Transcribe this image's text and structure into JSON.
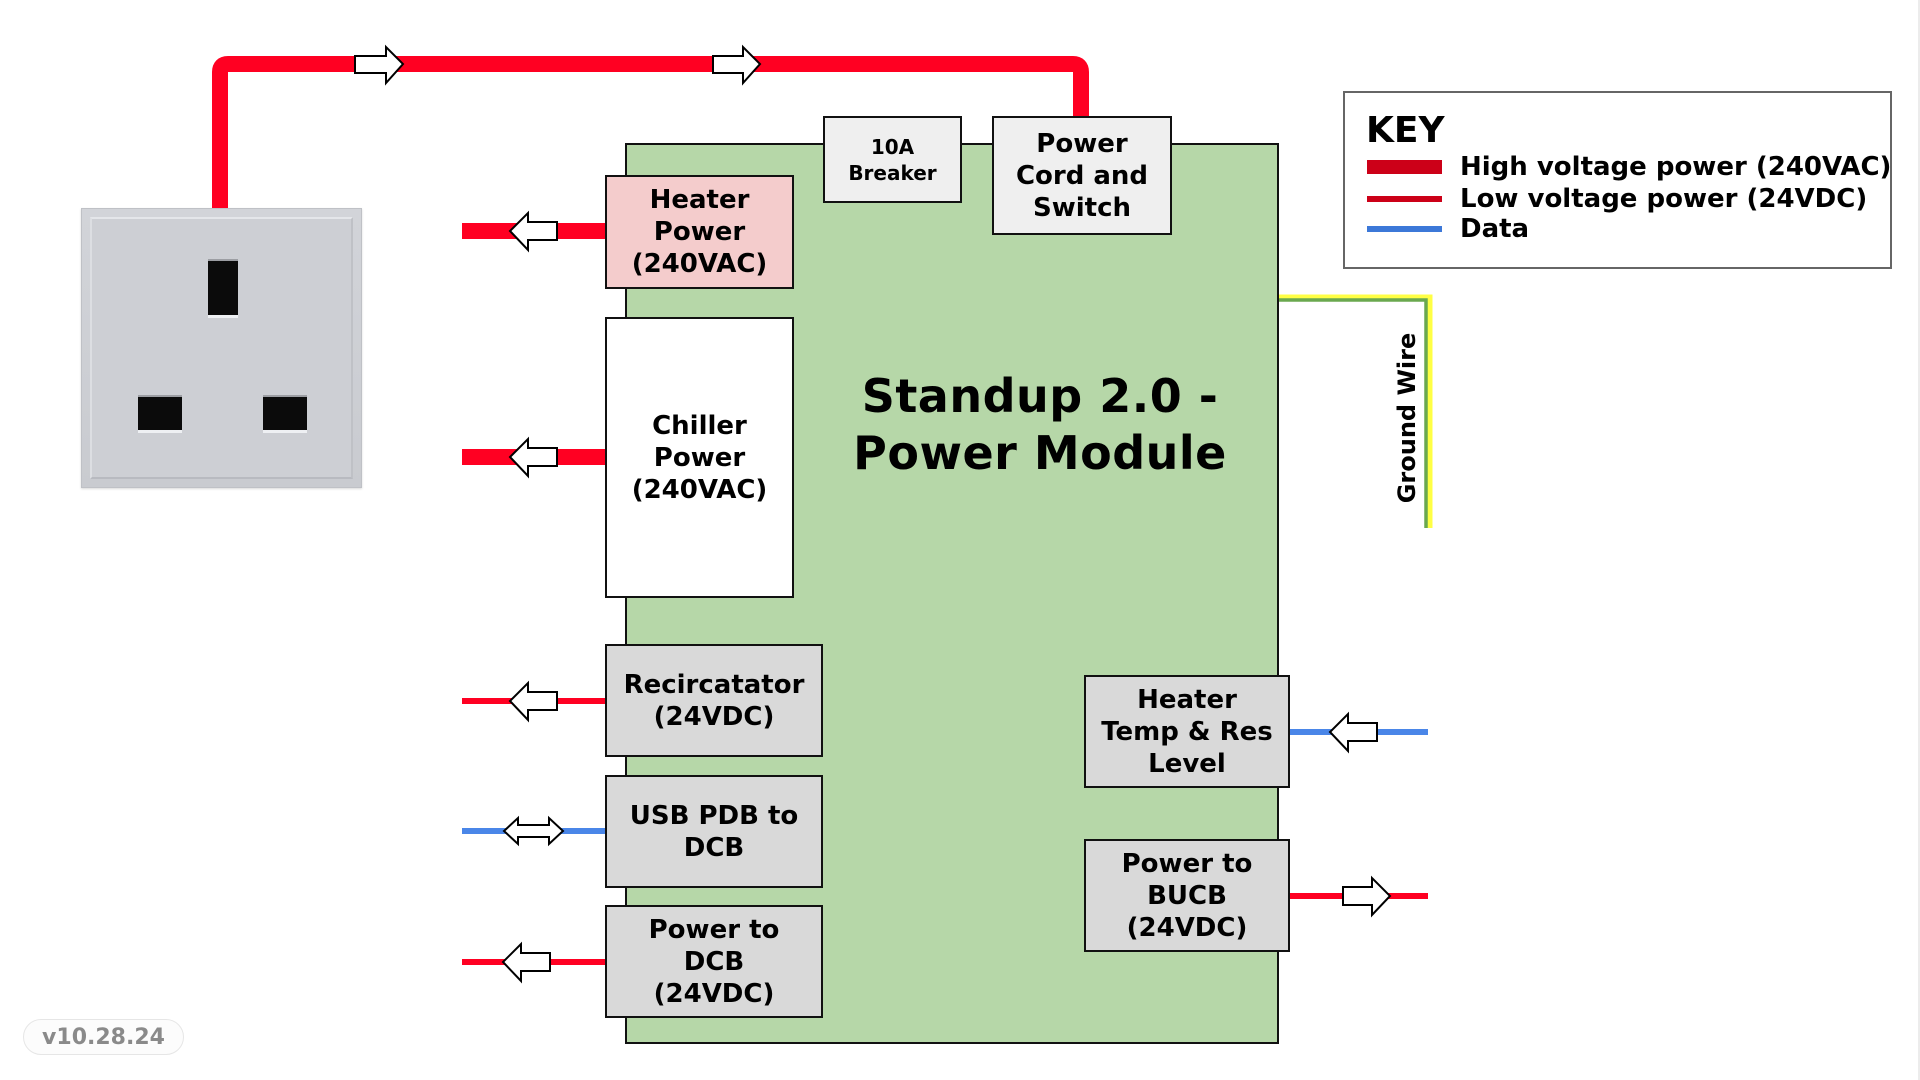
{
  "diagram": {
    "title_lines": [
      "Standup 2.0 -",
      "Power Module"
    ],
    "source": {
      "name": "Wall outlet (UK 3-pin socket)",
      "icon": "power-outlet-icon"
    },
    "components": {
      "breaker": "10A\nBreaker",
      "power_cord": "Power\nCord and\nSwitch",
      "heater_power": "Heater\nPower\n(240VAC)",
      "chiller_power": "Chiller\nPower\n(240VAC)",
      "recirculator": "Recircatator\n(24VDC)",
      "usb_pdb": "USB PDB to\nDCB",
      "power_dcb": "Power to\nDCB\n(24VDC)",
      "heater_temp": "Heater\nTemp & Res\nLevel",
      "power_bucb": "Power to\nBUCB\n(24VDC)"
    },
    "ground_wire_label": "Ground Wire",
    "connections": [
      {
        "from": "outlet",
        "to": "power_cord",
        "type": "high_voltage",
        "direction": "in"
      },
      {
        "from": "heater_power",
        "to": "external",
        "type": "high_voltage",
        "direction": "out"
      },
      {
        "from": "chiller_power",
        "to": "external",
        "type": "high_voltage",
        "direction": "out"
      },
      {
        "from": "recirculator",
        "to": "external",
        "type": "low_voltage",
        "direction": "out"
      },
      {
        "from": "usb_pdb",
        "to": "external",
        "type": "data",
        "direction": "bidirectional"
      },
      {
        "from": "power_dcb",
        "to": "external",
        "type": "low_voltage",
        "direction": "out"
      },
      {
        "from": "external",
        "to": "heater_temp",
        "type": "data",
        "direction": "in"
      },
      {
        "from": "power_bucb",
        "to": "external",
        "type": "low_voltage",
        "direction": "out"
      }
    ]
  },
  "key": {
    "title": "KEY",
    "items": [
      {
        "label": "High voltage power (240VAC)",
        "type": "high_voltage",
        "color": "#cc0018"
      },
      {
        "label": "Low voltage power (24VDC)",
        "type": "low_voltage",
        "color": "#cc0018"
      },
      {
        "label": "Data",
        "type": "data",
        "color": "#3c78d8"
      }
    ]
  },
  "colors": {
    "wire_power": "#ff0022",
    "wire_data": "#4a86e8",
    "ground_green": "#6aa84f",
    "ground_yellow": "#ffff44",
    "module_fill": "#b6d7a8",
    "heater_fill": "#f4cccc",
    "box_fill": "#d9d9d9"
  },
  "version": "v10.28.24"
}
